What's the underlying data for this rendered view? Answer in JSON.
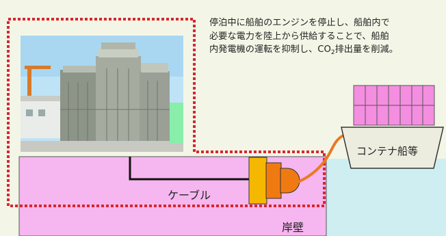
{
  "caption": {
    "line1": "停泊中に船舶のエンジンを停止し、船舶内で",
    "line2": "必要な電力を陸上から供給することで、船舶",
    "line3_pre": "内発電機の運転を抑制し、CO",
    "line3_sub": "2",
    "line3_post": "排出量を削減。"
  },
  "labels": {
    "cable": "ケーブル",
    "quay": "岸壁",
    "ship": "コンテナ船等"
  },
  "colors": {
    "background": "#f3f6e7",
    "quay_pink": "#f6b6ef",
    "water": "#cfeef2",
    "dotted_red": "#d7262e",
    "connector_yellow": "#f5b800",
    "connector_orange": "#f07a12",
    "hull_fill": "#ededdf",
    "container_pink": "#f48ee0"
  }
}
